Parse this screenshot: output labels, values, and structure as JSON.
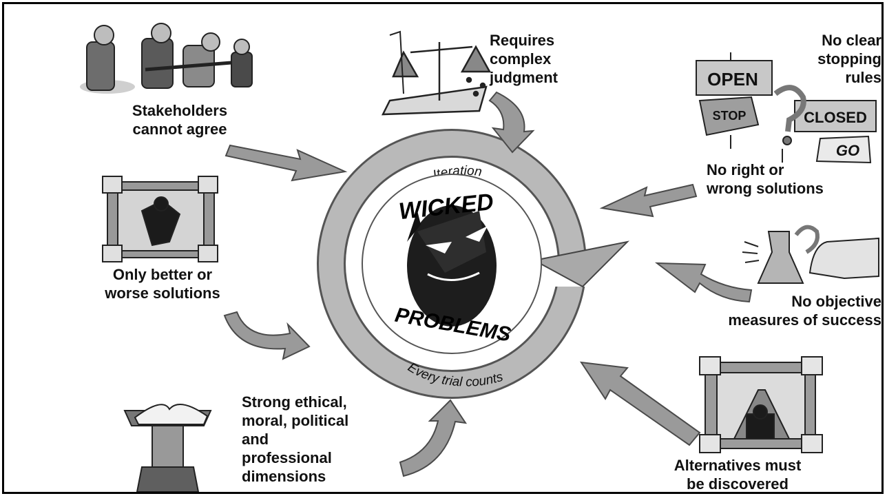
{
  "center": {
    "arc_top_text": "Iteration",
    "arc_bottom_text": "Every trial counts",
    "title_top": "WICKED",
    "title_bottom": "PROBLEMS"
  },
  "labels": {
    "stakeholders": "Stakeholders\ncannot agree",
    "judgment": "Requires\ncomplex\njudgment",
    "stopping": "No clear\nstopping\nrules",
    "right_wrong": "No right or\nwrong solutions",
    "better_worse": "Only better or\nworse solutions",
    "objective": "No objective\nmeasures of success",
    "ethical": "Strong ethical,\nmoral, political\nand\nprofessional\ndimensions",
    "alternatives": "Alternatives must\nbe discovered"
  },
  "signs": {
    "open": "OPEN",
    "stop": "STOP",
    "closed": "CLOSED",
    "go": "GO"
  },
  "icons": [
    "people-arguing-clipart",
    "scales-of-justice-clipart",
    "signposts-clipart",
    "framed-figure-clipart",
    "flask-thumbs-down-clipart",
    "book-lectern-clipart",
    "crossroads-framed-clipart",
    "wicked-face-clipart"
  ]
}
